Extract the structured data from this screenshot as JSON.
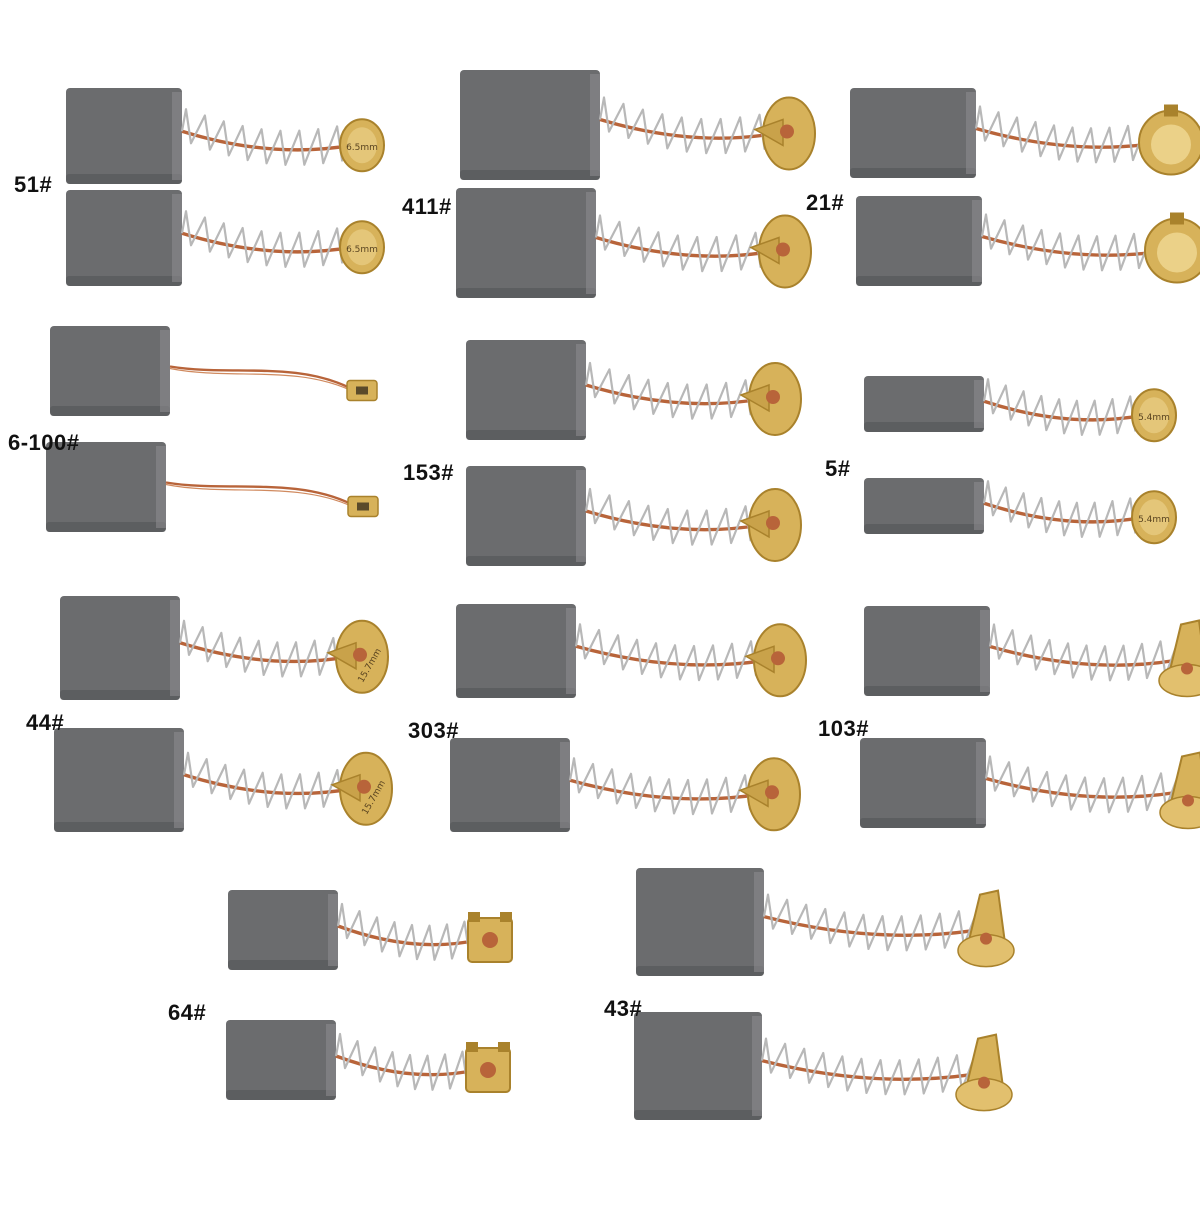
{
  "colors": {
    "carbon": "#6b6c6e",
    "carbon_dark": "#4e4f51",
    "spring": "#b8b8b8",
    "copper": "#b8643a",
    "brass": "#d7b25a",
    "brass_dark": "#a9822c"
  },
  "brushes": [
    {
      "id": "51",
      "label": "51#",
      "terminal": "round",
      "size_mark": "6.5mm"
    },
    {
      "id": "411",
      "label": "411#",
      "terminal": "clip"
    },
    {
      "id": "21",
      "label": "21#",
      "terminal": "cap"
    },
    {
      "id": "6-100",
      "label": "6-100#",
      "terminal": "wire"
    },
    {
      "id": "153",
      "label": "153#",
      "terminal": "clip"
    },
    {
      "id": "5",
      "label": "5#",
      "terminal": "round",
      "size_mark": "5.4mm"
    },
    {
      "id": "44",
      "label": "44#",
      "terminal": "clip",
      "size_mark": "15.7mm"
    },
    {
      "id": "303",
      "label": "303#",
      "terminal": "clip"
    },
    {
      "id": "103",
      "label": "103#",
      "terminal": "tab"
    },
    {
      "id": "64",
      "label": "64#",
      "terminal": "square"
    },
    {
      "id": "43",
      "label": "43#",
      "terminal": "tab"
    }
  ]
}
